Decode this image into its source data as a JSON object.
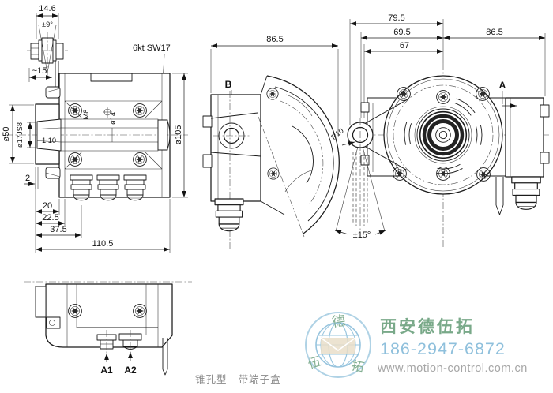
{
  "caption": "锥孔型 - 带端子盒",
  "dims": {
    "coupling_width": "14.6",
    "coupling_angle": "±9°",
    "approx15": "~15",
    "hex": "6kt SW17",
    "d50": "ø50",
    "d17": "ø17JS8",
    "taper": "1:10",
    "two": "2",
    "m8": "M8",
    "d14": "ø14",
    "d105": "ø105",
    "len20": "20",
    "len22_5": "22.5",
    "len37_5": "37.5",
    "len110_5": "110.5",
    "side_width": "86.5",
    "view_b": "B",
    "len79_5": "79.5",
    "len69_5": "69.5",
    "len67": "67",
    "rear_width": "86.5",
    "view_a": "A",
    "r10": "R10",
    "swing": "±15°",
    "gland_a1": "A1",
    "gland_a2": "A2"
  },
  "watermark": {
    "company": "西安德伍拓",
    "phone": "186-2947-6872",
    "website": "www.motion-control.com.cn",
    "logo_top": "德",
    "logo_left": "伍",
    "logo_right": "拓",
    "colors": {
      "green": "#79a989",
      "blue": "#8fc0dc",
      "gray": "#a6a6a6",
      "sand": "#e6dac4"
    }
  }
}
